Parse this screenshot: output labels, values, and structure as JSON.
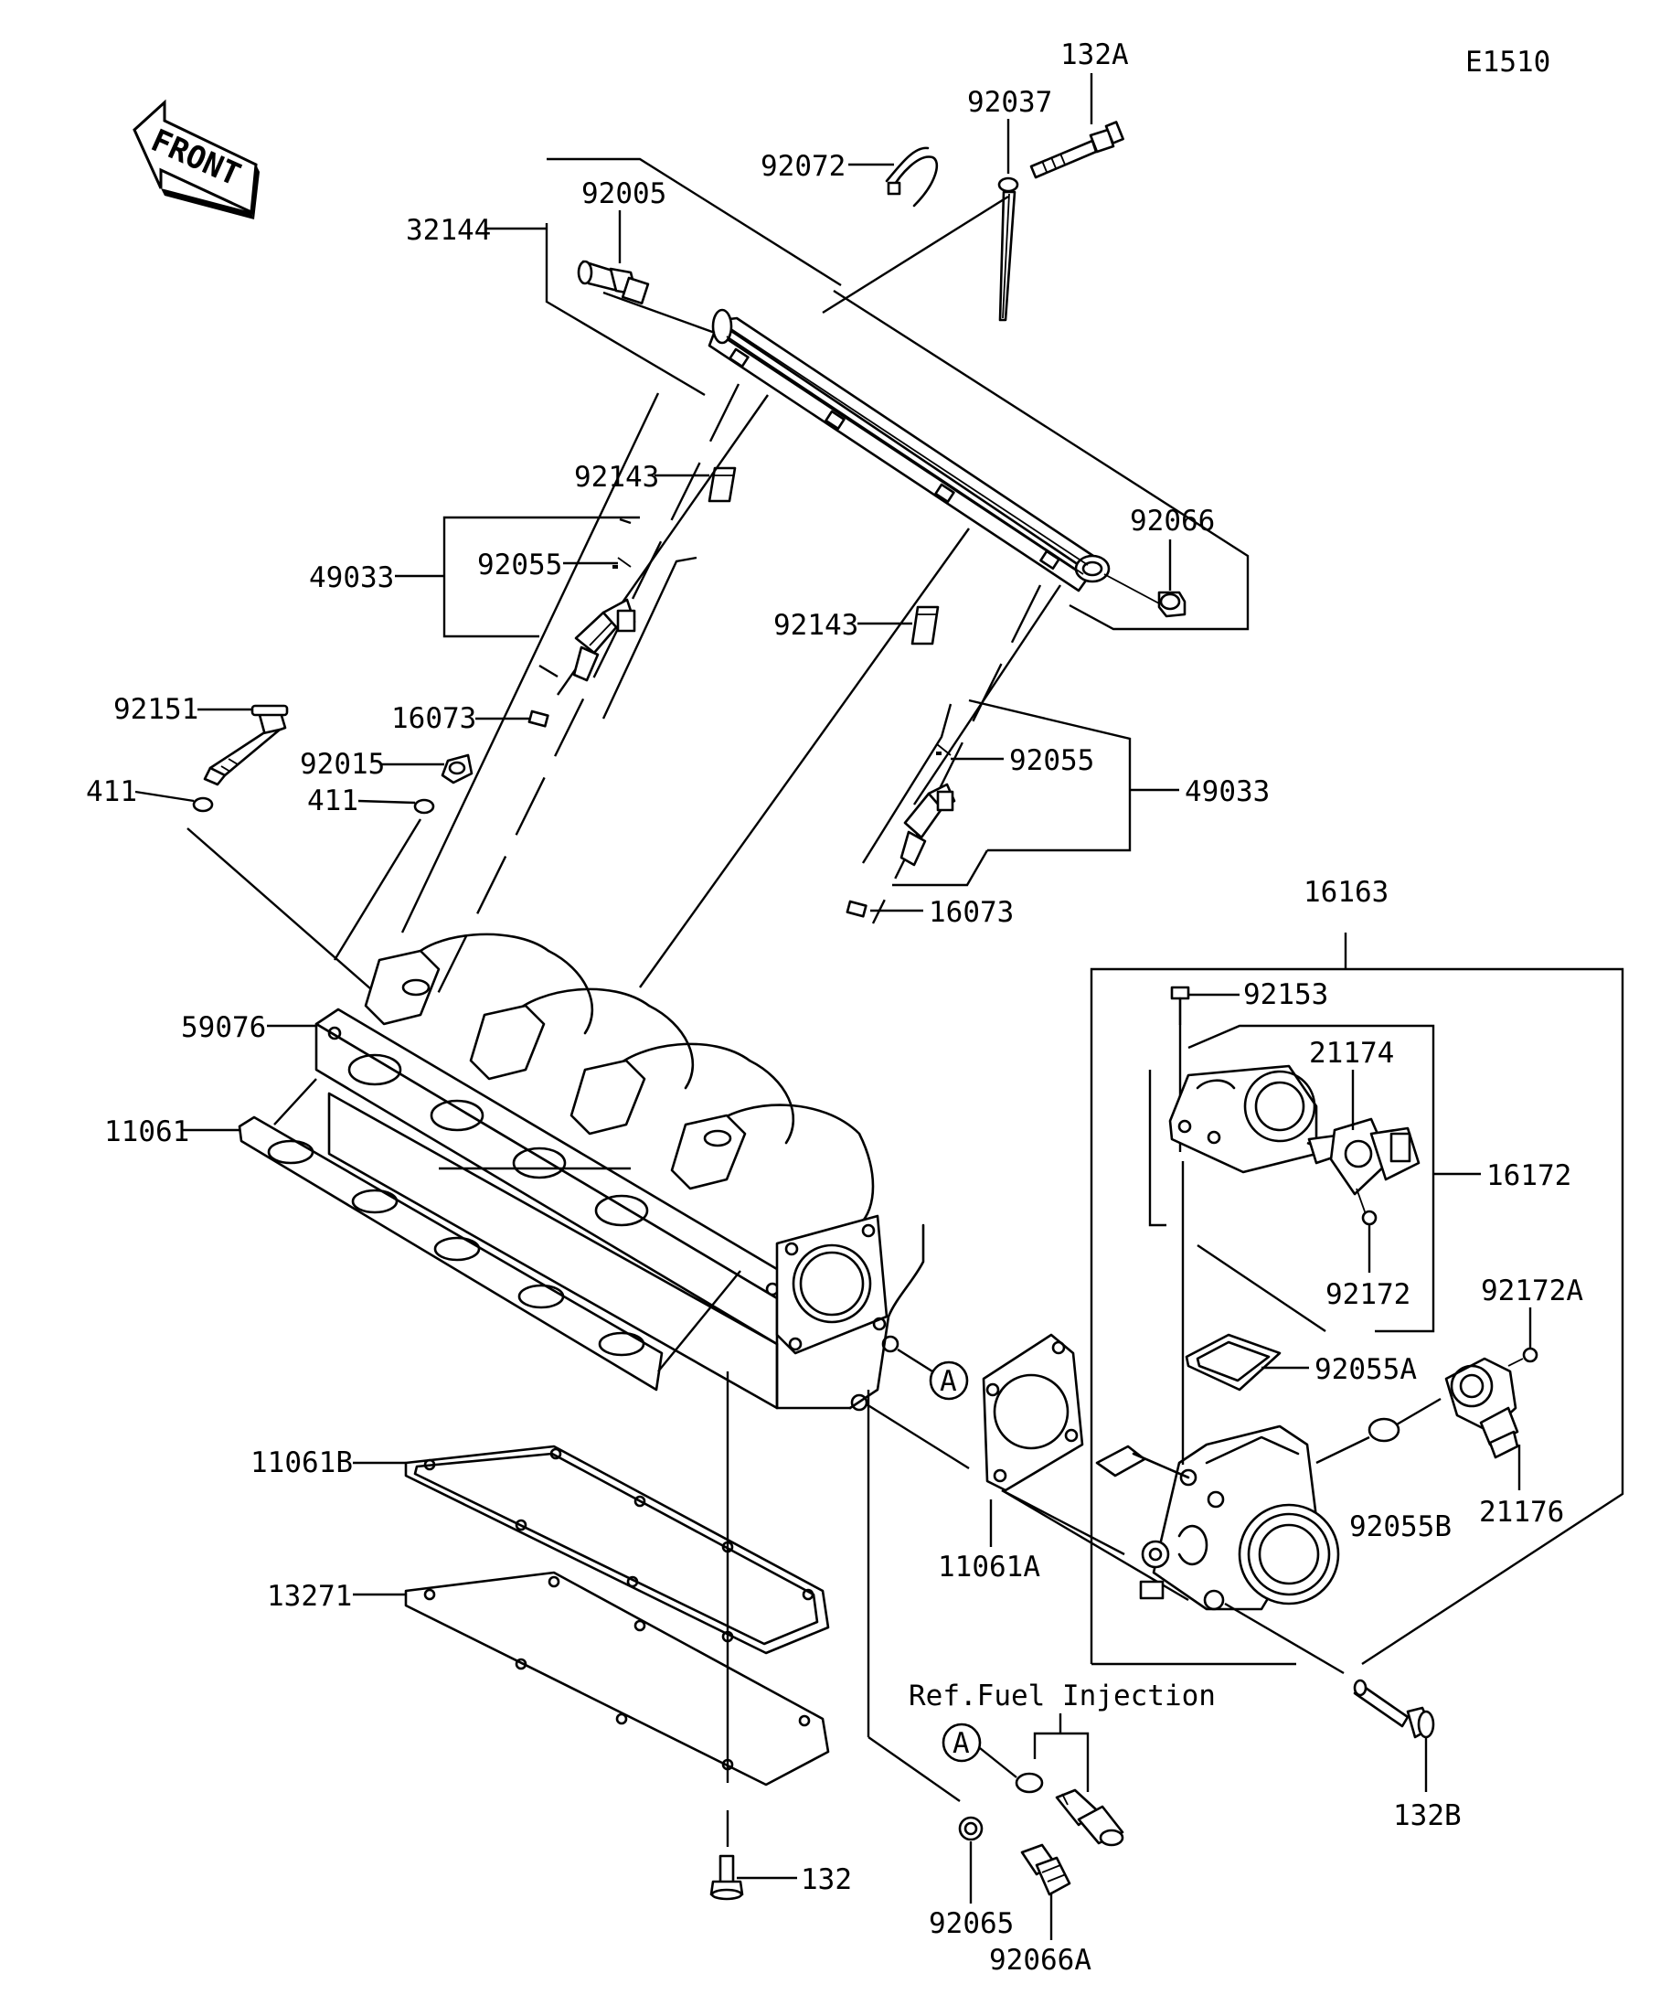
{
  "diagram_code": "E1510",
  "front_label": "FRONT",
  "ref_note": "Ref.Fuel Injection",
  "circle_marker": "A",
  "parts": {
    "p132A": "132A",
    "p92037": "92037",
    "p92072": "92072",
    "p92005": "92005",
    "p32144": "32144",
    "p92143_a": "92143",
    "p92066": "92066",
    "p49033_a": "49033",
    "p92055_a": "92055",
    "p92143_b": "92143",
    "p92151": "92151",
    "p16073_a": "16073",
    "p92015": "92015",
    "p411_a": "411",
    "p411_b": "411",
    "p92055_b": "92055",
    "p49033_b": "49033",
    "p16073_b": "16073",
    "p16163": "16163",
    "p92153": "92153",
    "p59076": "59076",
    "p21174": "21174",
    "p16172": "16172",
    "p11061": "11061",
    "p92172": "92172",
    "p92172A": "92172A",
    "p92055A": "92055A",
    "p92055B": "92055B",
    "p21176": "21176",
    "p11061B": "11061B",
    "p11061A": "11061A",
    "p13271": "13271",
    "p132B": "132B",
    "p132": "132",
    "p92065": "92065",
    "p92066A": "92066A"
  }
}
